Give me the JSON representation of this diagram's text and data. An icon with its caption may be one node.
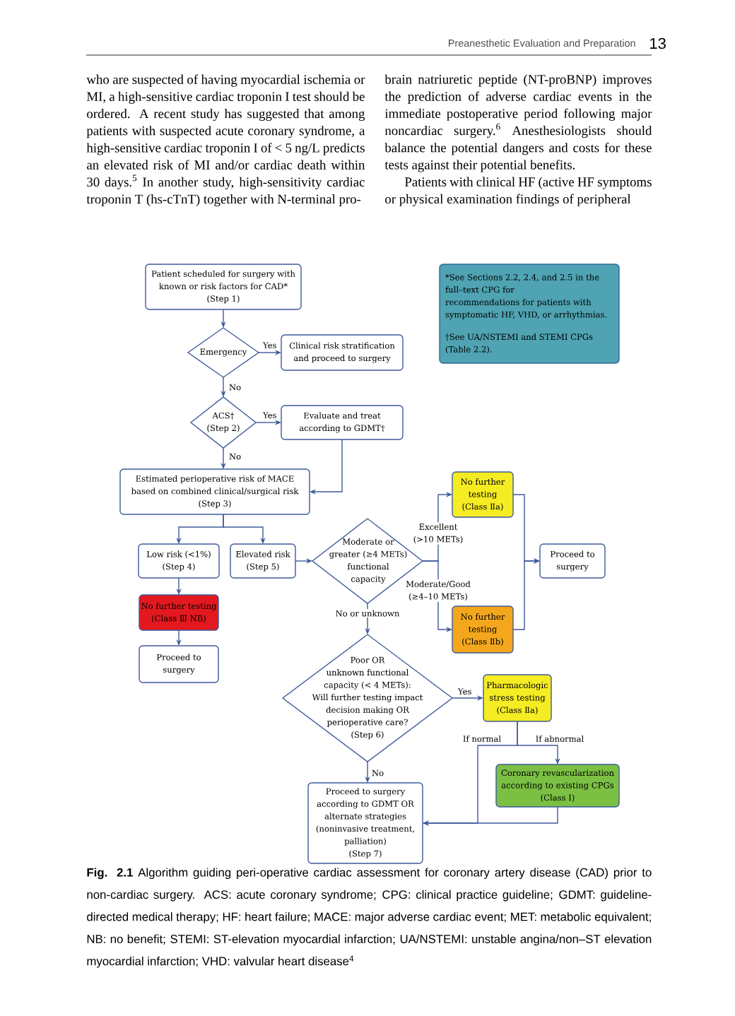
{
  "diagram": {
    "caption": "**Fig. 2.1** Algorithm guiding peri-operative cardiac assessment for coronary artery disease (CAD) prior to non-cardiac surgery. ACS: acute coronary syndrome; CPG: clinical practice guideline; GDMT: guideline-directed medical therapy; HF: heart failure; MACE: major adverse cardiac event; MET: metabolic equivalent; NB: no benefit; STEMI: ST-elevation myocardial infarction; UA/NSTEMI: unstable angina/non–ST elevation myocardial infarction; VHD: valvular heart disease$^{4}$",
    "nodes": [
      {
        "text": [
          "Patient scheduled for surgery with known or risk factors for CAD*",
          "(Step 1)"
        ]
      },
      {
        "text": [
          "*See Sections 2.2, 2.4, and 2.5 in the full–text CPG for recommendations for patients with symptomatic HF, VHD, or arrhythmias.",
          "†See UA/NSTEMI and STEMI CPGs (Table 2.2)."
        ]
      },
      {
        "text": [
          "Emergency"
        ]
      },
      {
        "text": [
          "Clinical risk stratification and proceed to surgery"
        ]
      },
      {
        "text": [
          "ACS†",
          "(Step 2)"
        ]
      },
      {
        "text": [
          "Evaluate and treat according to GDMT†"
        ]
      },
      {
        "text": [
          "Estimated perioperative risk of MACE based on combined clinical/surgical risk",
          "(Step 3)"
        ]
      },
      {
        "text": [
          "No further testing",
          "(Class Ⅱa)"
        ]
      },
      {
        "text": [
          "Low risk (<1%)",
          "(Step 4)"
        ]
      },
      {
        "text": [
          "Elevated risk",
          "(Step 5)"
        ]
      },
      {
        "text": [
          "Moderate or greater (≥4 METs) functional capacity"
        ]
      },
      {
        "text": [
          "Proceed to surgery"
        ]
      },
      {
        "text": [
          "No further testing",
          "(Class Ⅲ NB)"
        ]
      },
      {
        "text": [
          "No further testing",
          "(Class Ⅱb)"
        ]
      },
      {
        "text": [
          "Proceed to surgery"
        ]
      },
      {
        "text": [
          "Poor OR unknown functional capacity (< 4 METs): Will further testing impact decision making OR perioperative care?",
          "(Step 6)"
        ]
      },
      {
        "text": [
          "Pharmacologic stress testing",
          "(Class Ⅱa)"
        ]
      },
      {
        "text": [
          "Coronary revascularization according to existing CPGs",
          "(Class Ⅰ)"
        ]
      },
      {
        "text": [
          "Proceed to surgery according to GDMT OR alternate strategies (noninvasive treatment, palliation)",
          "(Step 7)"
        ]
      }
    ],
    "edges": [
      {
        "from": 0,
        "to": 2,
        "arrow": "to"
      },
      {
        "from": 2,
        "to": 3,
        "arrow": "to",
        "label": "Yes"
      },
      {
        "from": 2,
        "to": 4,
        "arrow": "to",
        "label": "No"
      },
      {
        "from": 4,
        "to": 5,
        "arrow": "to",
        "label": "Yes"
      },
      {
        "from": 4,
        "to": 6,
        "arrow": "to",
        "label": "No"
      },
      {
        "from": 5,
        "to": 6,
        "arrow": "to"
      },
      {
        "from": 6,
        "to": 8,
        "arrow": "to"
      },
      {
        "from": 6,
        "to": 9,
        "arrow": "to"
      },
      {
        "from": 8,
        "to": 12,
        "arrow": "to"
      },
      {
        "from": 12,
        "to": 14,
        "arrow": "to"
      },
      {
        "from": 9,
        "to": 10,
        "arrow": "to"
      },
      {
        "from": 10,
        "to": 7,
        "arrow": "to",
        "label": "Excellent (>10 METs)"
      },
      {
        "from": 10,
        "to": 13,
        "arrow": "to",
        "label": "Moderate/Good (≥4–10 METs)"
      },
      {
        "from": 7,
        "to": 11,
        "arrow": "to"
      },
      {
        "from": 13,
        "to": 11,
        "arrow": "to"
      },
      {
        "from": 10,
        "to": 15,
        "arrow": "to",
        "label": "No or unknown"
      },
      {
        "from": 15,
        "to": 16,
        "arrow": "to",
        "label": "Yes"
      },
      {
        "from": 15,
        "to": 18,
        "arrow": "to",
        "label": "No"
      },
      {
        "from": 16,
        "to": 18,
        "arrow": "to",
        "label": "If normal"
      },
      {
        "from": 16,
        "to": 17,
        "arrow": "to",
        "label": "If abnormal"
      },
      {
        "from": 17,
        "to": 18,
        "arrow": "to"
      }
    ],
    "labels": [
      "Preanesthetic Evaluation and Preparation",
      "13",
      "who are suspected of having myocardial ischemia or MI, a high-sensitive cardiac troponin I test should be ordered. A recent study has suggested that among patients with suspected acute coronary syndrome, a high-sensitive cardiac troponin I of < 5 ng/L predicts an elevated risk of MI and/or cardiac death within 30 days.$^{5}$ In another study, high-sensitivity cardiac troponin T (hs-cTnT) together with N-terminal pro-",
      "brain natriuretic peptide (NT-proBNP) improves the prediction of adverse cardiac events in the immediate postoperative period following major noncardiac surgery.$^{6}$ Anesthesiologists should balance the potential dangers and costs for these tests against their potential benefits.",
      "Patients with clinical HF (active HF symptoms or physical examination findings of peripheral"
    ]
  }
}
